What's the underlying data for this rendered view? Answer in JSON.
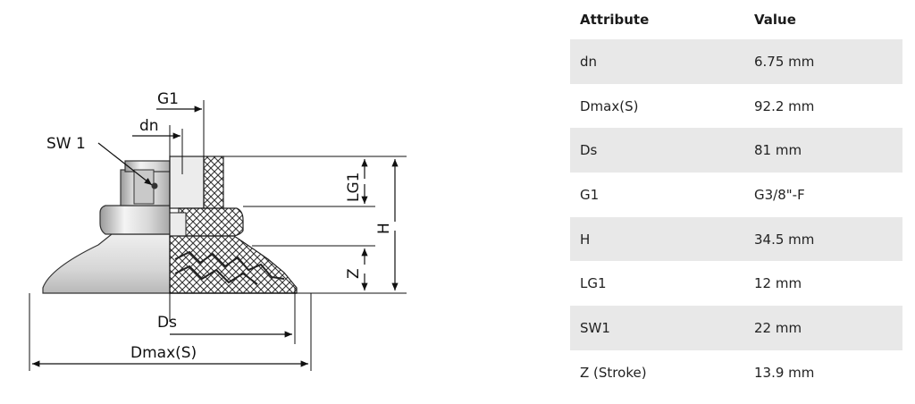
{
  "drawing": {
    "labels": {
      "g1": "G1",
      "dn": "dn",
      "sw1": "SW 1",
      "lg1": "LG1",
      "h": "H",
      "z": "Z",
      "ds": "Ds",
      "dmax": "Dmax(S)"
    }
  },
  "table": {
    "headers": {
      "attribute": "Attribute",
      "value": "Value"
    },
    "rows": [
      {
        "attribute": "dn",
        "value": "6.75 mm"
      },
      {
        "attribute": "Dmax(S)",
        "value": "92.2 mm"
      },
      {
        "attribute": "Ds",
        "value": "81 mm"
      },
      {
        "attribute": "G1",
        "value": "G3/8\"-F"
      },
      {
        "attribute": "H",
        "value": "34.5 mm"
      },
      {
        "attribute": "LG1",
        "value": "12 mm"
      },
      {
        "attribute": "SW1",
        "value": "22 mm"
      },
      {
        "attribute": "Z (Stroke)",
        "value": "13.9 mm"
      }
    ]
  }
}
